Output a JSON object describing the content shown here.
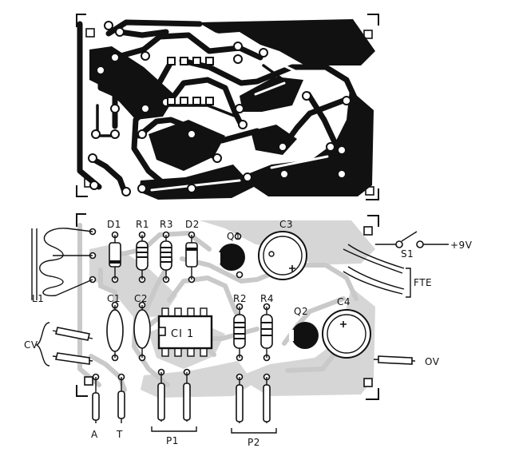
{
  "components": {
    "D1": "D1",
    "R1": "R1",
    "R3": "R3",
    "D2": "D2",
    "C3": "C3",
    "Q1": "Q1",
    "C1": "C1",
    "C2": "C2",
    "CI1": "CI 1",
    "R2": "R2",
    "R4": "R4",
    "Q2": "Q2",
    "C4": "C4",
    "L1": "L1",
    "CV": "CV",
    "S1": "S1"
  },
  "terminals": {
    "supply_plus": "+9V",
    "supply_ground": "OV",
    "source": "FTE",
    "A": "A",
    "T": "T",
    "P1": "P1",
    "P2": "P2"
  }
}
